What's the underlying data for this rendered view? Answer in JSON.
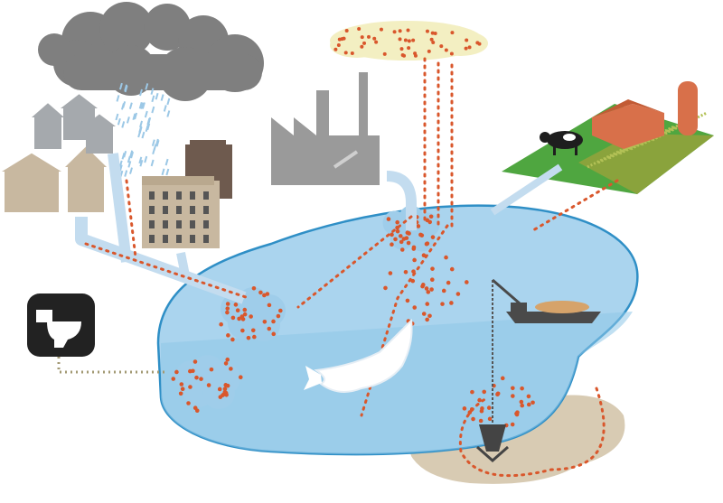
{
  "diagram": {
    "kind": "pollution-sources-illustration",
    "text_labels": [],
    "colors": {
      "water": "#aad4ee",
      "water_deep": "#8ec6e8",
      "water_outline": "#2f8fc6",
      "cloud_gray": "#7f7f7f",
      "rain": "#9cc8e6",
      "smog": "#f3efc2",
      "pollutant_dot": "#d9572c",
      "pipe": "#c3dcef",
      "factory": "#9a9a9a",
      "house": "#c8b8a0",
      "roof_gray": "#a5a9ad",
      "building_dark": "#6e5a4e",
      "farm_green": "#4fa640",
      "crops": "#8aa33c",
      "barn": "#d8704a",
      "sediment": "#d8cbb3",
      "toilet_box": "#222222",
      "seepage": "#a39a74",
      "fish": "#ffffff",
      "boat": "#4a4a4a",
      "dredge_line": "#555555"
    },
    "elements": [
      "storm-cloud",
      "rain",
      "houses",
      "apartment-building",
      "runoff-pipe",
      "factory",
      "smokestack-smog",
      "farm",
      "cow",
      "barn",
      "silo",
      "crops",
      "toilet-icon",
      "lake",
      "fish",
      "dredge-boat",
      "dredge-bucket",
      "sediment"
    ]
  }
}
